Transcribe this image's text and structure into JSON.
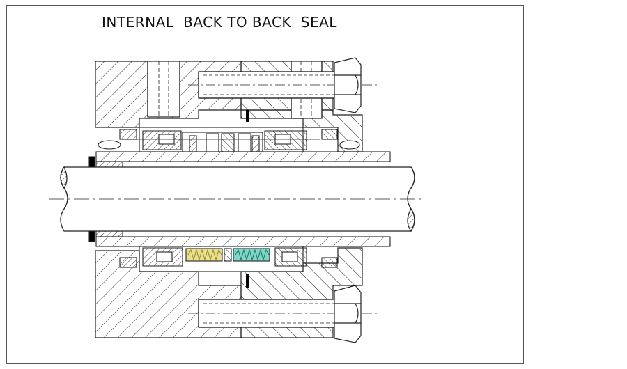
{
  "title": "INTERNAL  BACK TO BACK  SEAL",
  "colors": {
    "line": "#222222",
    "spring_upper": "#e8e090",
    "spring_lower": "#7fd6c8",
    "gasket": "#000000",
    "background": "#ffffff"
  },
  "components": [
    "gland-housing",
    "shaft",
    "sleeve",
    "stud-bolt",
    "hex-nut",
    "springs",
    "o-rings",
    "seal-faces",
    "drive-pins"
  ]
}
